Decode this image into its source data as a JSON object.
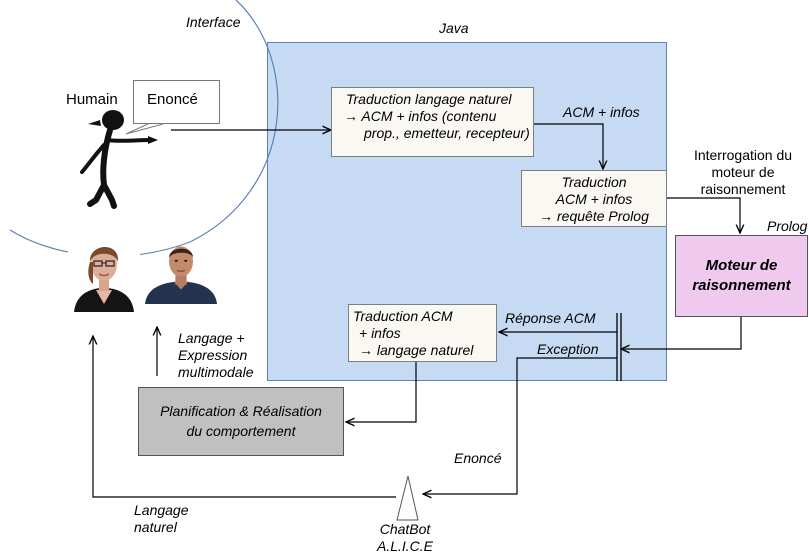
{
  "labels": {
    "interface": "Interface",
    "java": "Java",
    "humain": "Humain",
    "enonce_bubble": "Enoncé",
    "acm_infos": "ACM + infos",
    "interrogation": [
      "Interrogation du",
      "moteur de",
      "raisonnement"
    ],
    "prolog": "Prolog",
    "reponse_acm": "Réponse ACM",
    "exception": "Exception",
    "langage_expression": [
      "Langage +",
      "Expression",
      "multimodale"
    ],
    "enonce_bottom": "Enoncé",
    "langage_naturel": [
      "Langage",
      "naturel"
    ],
    "chatbot": [
      "ChatBot",
      "A.L.I.C.E"
    ]
  },
  "boxes": {
    "traduction_ln": [
      "Traduction langage naturel",
      "→ ACM + infos (contenu",
      "prop., emetteur, recepteur)"
    ],
    "traduction_acm": [
      "Traduction",
      "ACM + infos",
      "→ requête Prolog"
    ],
    "traduction_acm_ln": [
      "Traduction ACM",
      "+ infos",
      "→ langage naturel"
    ],
    "moteur": [
      "Moteur de",
      "raisonnement"
    ],
    "planification": [
      "Planification & Réalisation",
      "du comportement"
    ]
  },
  "colors": {
    "java_region": "#c7daf3",
    "java_border": "#5b82b8",
    "moteur_fill": "#efc9ee",
    "planif_fill": "#c0c0c0",
    "box_fill": "#faf8f2",
    "interface_curve": "#5b82b8"
  },
  "icons": [
    "stick-figure-pointing-icon",
    "female-avatar-icon",
    "male-avatar-icon",
    "chatbot-triangle-icon"
  ]
}
